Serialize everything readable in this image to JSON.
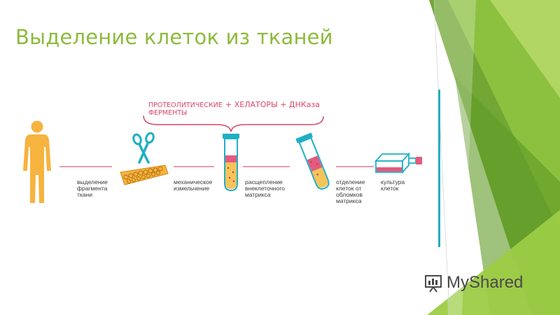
{
  "slide": {
    "title": "Выделение клеток из тканей"
  },
  "enzymes": {
    "line1": "ПРОТЕОЛИТИЧЕСКИЕ\nФЕРМЕНТЫ",
    "line2": "+ ХЕЛАТОРЫ + ДНКаза"
  },
  "steps": [
    {
      "label": "выделение\nфрагмента\nткани"
    },
    {
      "label": "механическое\nизмельчение"
    },
    {
      "label": "расщепление\nвнеклеточного\nматрикса"
    },
    {
      "label": "отделение\nклеток от\nобломков\nматрикса"
    },
    {
      "label": "культура\nклеток"
    }
  ],
  "watermark": {
    "text": "MyShared"
  },
  "colors": {
    "title": "#8dbb3c",
    "accent_teal": "#1fb0c3",
    "pink": "#d8476a",
    "figure": "#f6b33e",
    "green_dark": "#6aa22a",
    "green_light": "#a9d04d"
  }
}
